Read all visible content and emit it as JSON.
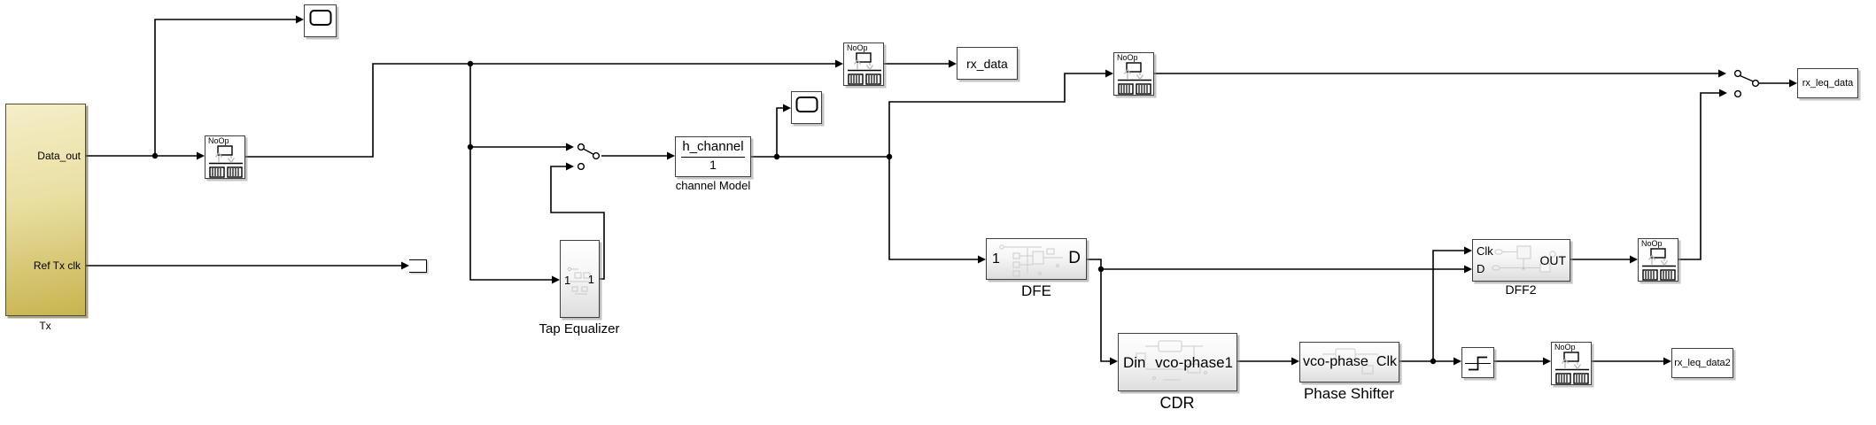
{
  "diagram": {
    "background_color": "#ffffff",
    "wire_color": "#000000"
  },
  "colors": {
    "tx_fill_top": "#f5eec8",
    "tx_fill_bottom": "#c8b44f",
    "block_border": "#3f3f3f",
    "faint_icon": "#cccccc"
  },
  "blocks": {
    "tx": {
      "label": "Tx",
      "port_data_out": "Data_out",
      "port_ref_clk": "Ref Tx clk"
    },
    "noop": {
      "label": "NoOp"
    },
    "rx_data": {
      "label": "rx_data"
    },
    "channel": {
      "numerator": "h_channel",
      "denominator": "1",
      "label": "channel Model"
    },
    "tap_equalizer": {
      "label": "Tap Equalizer",
      "in_port": "1",
      "out_port": "1"
    },
    "dfe": {
      "label": "DFE",
      "in_port": "1",
      "out_port": "D"
    },
    "cdr": {
      "label": "CDR",
      "in_port": "Din",
      "out_port": "vco-phase1"
    },
    "phase_shifter": {
      "label": "Phase Shifter",
      "in_port": "vco-phase",
      "out_port": "Clk"
    },
    "dff2": {
      "label": "DFF2",
      "clk_port": "Clk",
      "d_port": "D",
      "out_port": "OUT"
    },
    "rx_leq_data": {
      "label": "rx_leq_data"
    },
    "rx_leq_data2": {
      "label": "rx_leq_data2"
    }
  }
}
